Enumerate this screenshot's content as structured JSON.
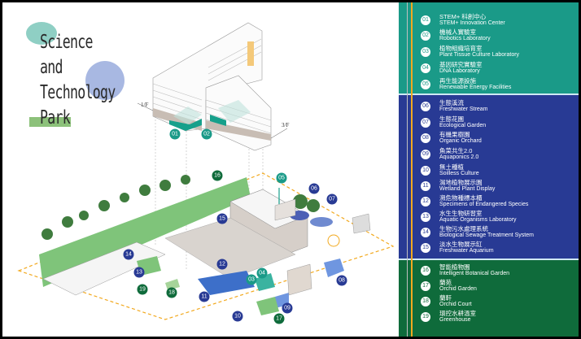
{
  "title": {
    "lines": [
      "Science",
      "and",
      "Technology",
      "Park"
    ]
  },
  "floor_labels": {
    "first": "1/F",
    "third": "3/F"
  },
  "colors": {
    "teal": "#1a9a88",
    "navy": "#283a94",
    "green": "#0f6b3b",
    "orange": "#f2a91f",
    "lawn": "#7fc47a"
  },
  "legend": {
    "sections": [
      {
        "color": "#1a9a88",
        "items": [
          {
            "num": "01",
            "zh": "STEM+ 科創中心",
            "en": "STEM+ Innovation Center"
          },
          {
            "num": "02",
            "zh": "機械人實驗室",
            "en": "Robotics Laboratory"
          },
          {
            "num": "03",
            "zh": "植物組織培育室",
            "en": "Plant Tissue Culture Laboratory"
          },
          {
            "num": "04",
            "zh": "基因研究實驗室",
            "en": "DNA Laboratory"
          },
          {
            "num": "05",
            "zh": "再生能源設施",
            "en": "Renewable Energy Facilities"
          }
        ]
      },
      {
        "color": "#283a94",
        "items": [
          {
            "num": "06",
            "zh": "生態溪流",
            "en": "Freshwater Stream"
          },
          {
            "num": "07",
            "zh": "生態花園",
            "en": "Ecological Garden"
          },
          {
            "num": "08",
            "zh": "有機果樹園",
            "en": "Organic Orchard"
          },
          {
            "num": "09",
            "zh": "魚菜共生2.0",
            "en": "Aquaponics 2.0"
          },
          {
            "num": "10",
            "zh": "無土種植",
            "en": "Soilless Culture"
          },
          {
            "num": "11",
            "zh": "濕地植物展示園",
            "en": "Wetland Plant Display"
          },
          {
            "num": "12",
            "zh": "瀕危物種標本櫃",
            "en": "Specimens of Endangered Species"
          },
          {
            "num": "13",
            "zh": "水生生物研習室",
            "en": "Aquatic Organisms Laboratory"
          },
          {
            "num": "14",
            "zh": "生物污水處理系統",
            "en": "Biological Sewage Treatment System"
          },
          {
            "num": "15",
            "zh": "淡水生物展示缸",
            "en": "Freshwater Aquarium"
          }
        ]
      },
      {
        "color": "#0f6b3b",
        "items": [
          {
            "num": "16",
            "zh": "智能植物園",
            "en": "Intelligent Botanical Garden"
          },
          {
            "num": "17",
            "zh": "蘭苑",
            "en": "Orchid Garden"
          },
          {
            "num": "18",
            "zh": "蘭軒",
            "en": "Orchid Court"
          },
          {
            "num": "19",
            "zh": "環控水耕溫室",
            "en": "Greenhouse"
          }
        ]
      }
    ]
  },
  "map_markers": [
    {
      "num": "01",
      "group": "teal"
    },
    {
      "num": "02",
      "group": "teal"
    },
    {
      "num": "03",
      "group": "teal"
    },
    {
      "num": "04",
      "group": "teal"
    },
    {
      "num": "05",
      "group": "teal"
    },
    {
      "num": "06",
      "group": "navy"
    },
    {
      "num": "07",
      "group": "navy"
    },
    {
      "num": "08",
      "group": "navy"
    },
    {
      "num": "09",
      "group": "navy"
    },
    {
      "num": "10",
      "group": "navy"
    },
    {
      "num": "11",
      "group": "navy"
    },
    {
      "num": "12",
      "group": "navy"
    },
    {
      "num": "13",
      "group": "navy"
    },
    {
      "num": "14",
      "group": "navy"
    },
    {
      "num": "15",
      "group": "navy"
    },
    {
      "num": "16",
      "group": "green"
    },
    {
      "num": "17",
      "group": "green"
    },
    {
      "num": "18",
      "group": "green"
    },
    {
      "num": "19",
      "group": "green"
    }
  ]
}
